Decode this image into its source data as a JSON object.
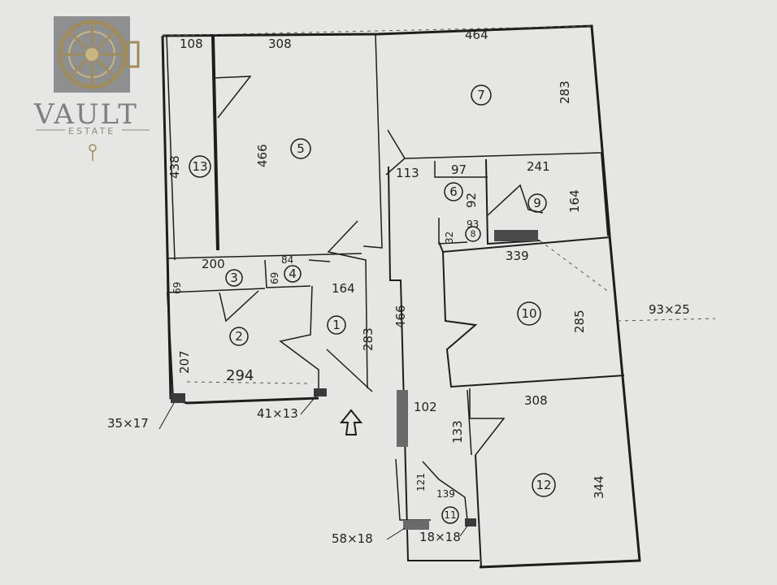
{
  "logo": {
    "brand": "VAULT",
    "sub": "ESTATE"
  },
  "rooms": [
    {
      "id": "r1",
      "label": "1",
      "dims": [
        "164",
        "283"
      ]
    },
    {
      "id": "r2",
      "label": "2",
      "dims": [
        "207",
        "294"
      ]
    },
    {
      "id": "r3",
      "label": "3",
      "dims": [
        "69",
        "200"
      ]
    },
    {
      "id": "r4",
      "label": "4",
      "dims": [
        "69",
        "84"
      ]
    },
    {
      "id": "r5",
      "label": "5",
      "dims": [
        "466"
      ]
    },
    {
      "id": "r6",
      "label": "6",
      "dims": [
        "113",
        "97",
        "92"
      ]
    },
    {
      "id": "r7",
      "label": "7",
      "dims": [
        "464",
        "283"
      ]
    },
    {
      "id": "r8",
      "label": "8",
      "dims": [
        "32",
        "93"
      ]
    },
    {
      "id": "r9",
      "label": "9",
      "dims": [
        "241",
        "164"
      ]
    },
    {
      "id": "r10",
      "label": "10",
      "dims": [
        "339",
        "285"
      ]
    },
    {
      "id": "r11",
      "label": "11",
      "dims": [
        "121",
        "139"
      ]
    },
    {
      "id": "r12",
      "label": "12",
      "dims": [
        "308",
        "344"
      ]
    },
    {
      "id": "r13",
      "label": "13",
      "dims": [
        "108",
        "438"
      ]
    }
  ],
  "annotations": {
    "top_308": "308",
    "corridor_466": "466",
    "corridor_102": "102",
    "corridor_133": "133",
    "chimney_93x25": "93×25",
    "chimney_35x17": "35×17",
    "chimney_41x13": "41×13",
    "chimney_58x18": "58×18",
    "chimney_18x18": "18×18"
  },
  "colors": {
    "paper": "#e6e6e4",
    "ink": "#1d1d1d",
    "logo_gray": "#7d7f81",
    "logo_gold": "#a08b5c"
  }
}
